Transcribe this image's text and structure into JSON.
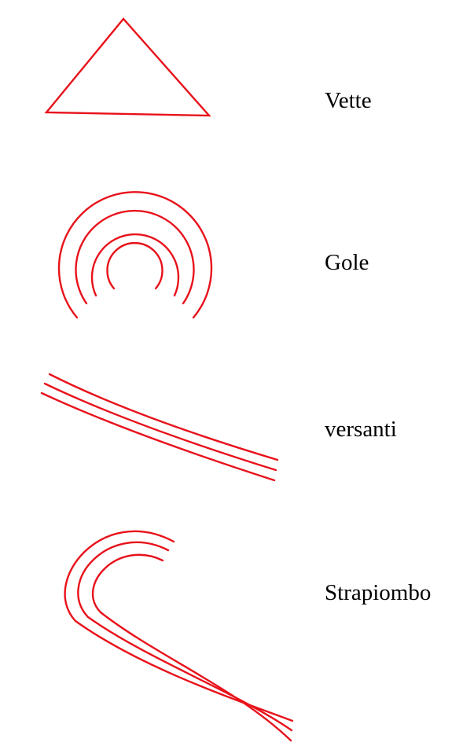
{
  "legend": {
    "symbol_color": "#e8121b",
    "items": [
      {
        "label": "Vette",
        "icon": "triangle-peak-icon"
      },
      {
        "label": "Gole",
        "icon": "concentric-arcs-gorge-icon"
      },
      {
        "label": "versanti",
        "icon": "parallel-lines-slope-icon"
      },
      {
        "label": "Strapiombo",
        "icon": "hooked-lines-overhang-icon"
      }
    ]
  }
}
